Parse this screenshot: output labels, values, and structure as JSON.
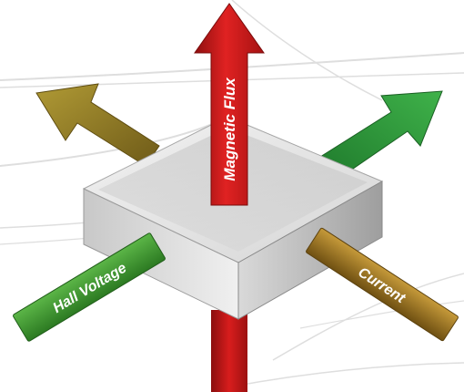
{
  "labels": {
    "magnetic_flux": "Magnetic Flux",
    "current": "Current",
    "hall_voltage": "Hall Voltage"
  },
  "colors": {
    "magnetic_flux_arrow": "#d11a1a",
    "current_arrow": "#9a7420",
    "hall_voltage_arrow": "#3f9a2e",
    "upper_left_arrow": "#a08a28",
    "upper_right_arrow": "#2e9a38",
    "block_top": "#e9e9e9",
    "block_side": "#bdbdbd"
  },
  "icons": {
    "background": "swoosh-lines",
    "center": "hall-sensor-block"
  }
}
